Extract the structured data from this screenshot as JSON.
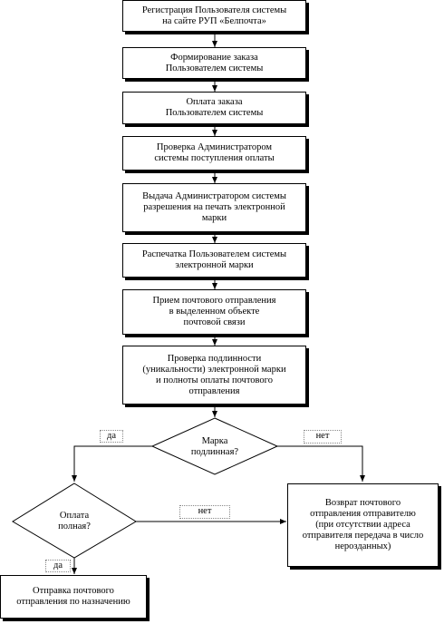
{
  "steps": [
    "Регистрация Пользователя системы\nна сайте РУП «Белпочта»",
    "Формирование заказа\nПользователем системы",
    "Оплата заказа\nПользователем системы",
    "Проверка Администратором\nсистемы поступления оплаты",
    "Выдача Администратором системы\nразрешения на печать электронной\nмарки",
    "Распечатка Пользователем системы\nэлектронной марки",
    "Прием почтового отправления\nв выделенном объекте\nпочтовой связи",
    "Проверка подлинности\n(уникальности) электронной марки\nи полноты оплаты почтового\nотправления"
  ],
  "decisions": {
    "stamp": "Марка\nподлинная?",
    "payment": "Оплата\nполная?"
  },
  "branches": {
    "yes_1": "да",
    "no_1": "нет",
    "no_2": "нет",
    "yes_2": "да"
  },
  "outcomes": {
    "return": "Возврат почтового\nотправления отправителю\n(при отсутствии адреса\nотправителя передача в число\nнерозданных)",
    "send": "Отправка почтового\nотправления по назначению"
  }
}
